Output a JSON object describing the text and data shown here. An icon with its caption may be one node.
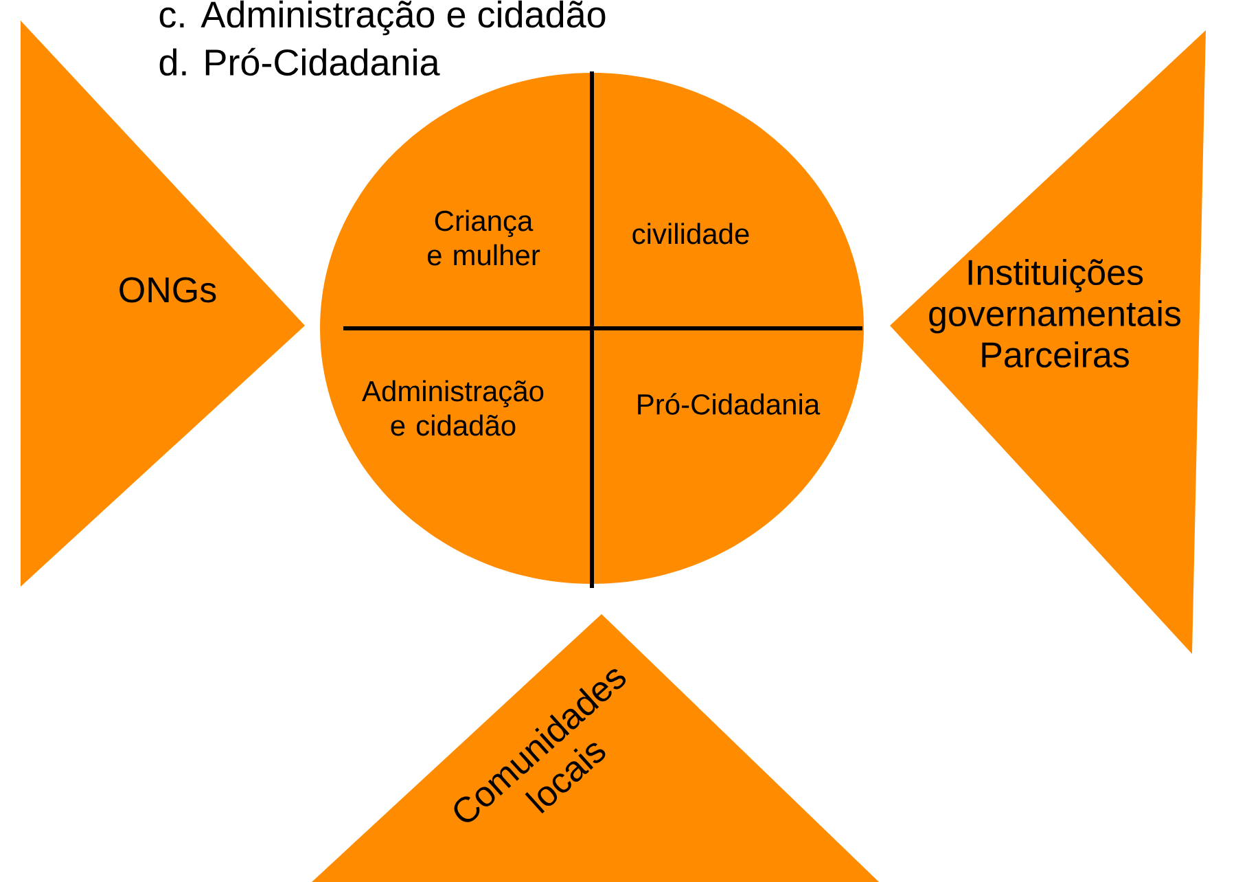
{
  "diagram": {
    "nodes": [
      {
        "text": [
          "Criança e mulher",
          "civilidade",
          "Administração e cidadão",
          "Pró-Cidadania"
        ]
      },
      {
        "text": [
          "ONGs"
        ]
      },
      {
        "text": [
          "Instituições governamentais Parceiras"
        ]
      },
      {
        "text": [
          "Comunidades locais"
        ]
      }
    ],
    "labels": [
      "c. Administração e cidadão",
      "d. Pró-Cidadania"
    ]
  }
}
